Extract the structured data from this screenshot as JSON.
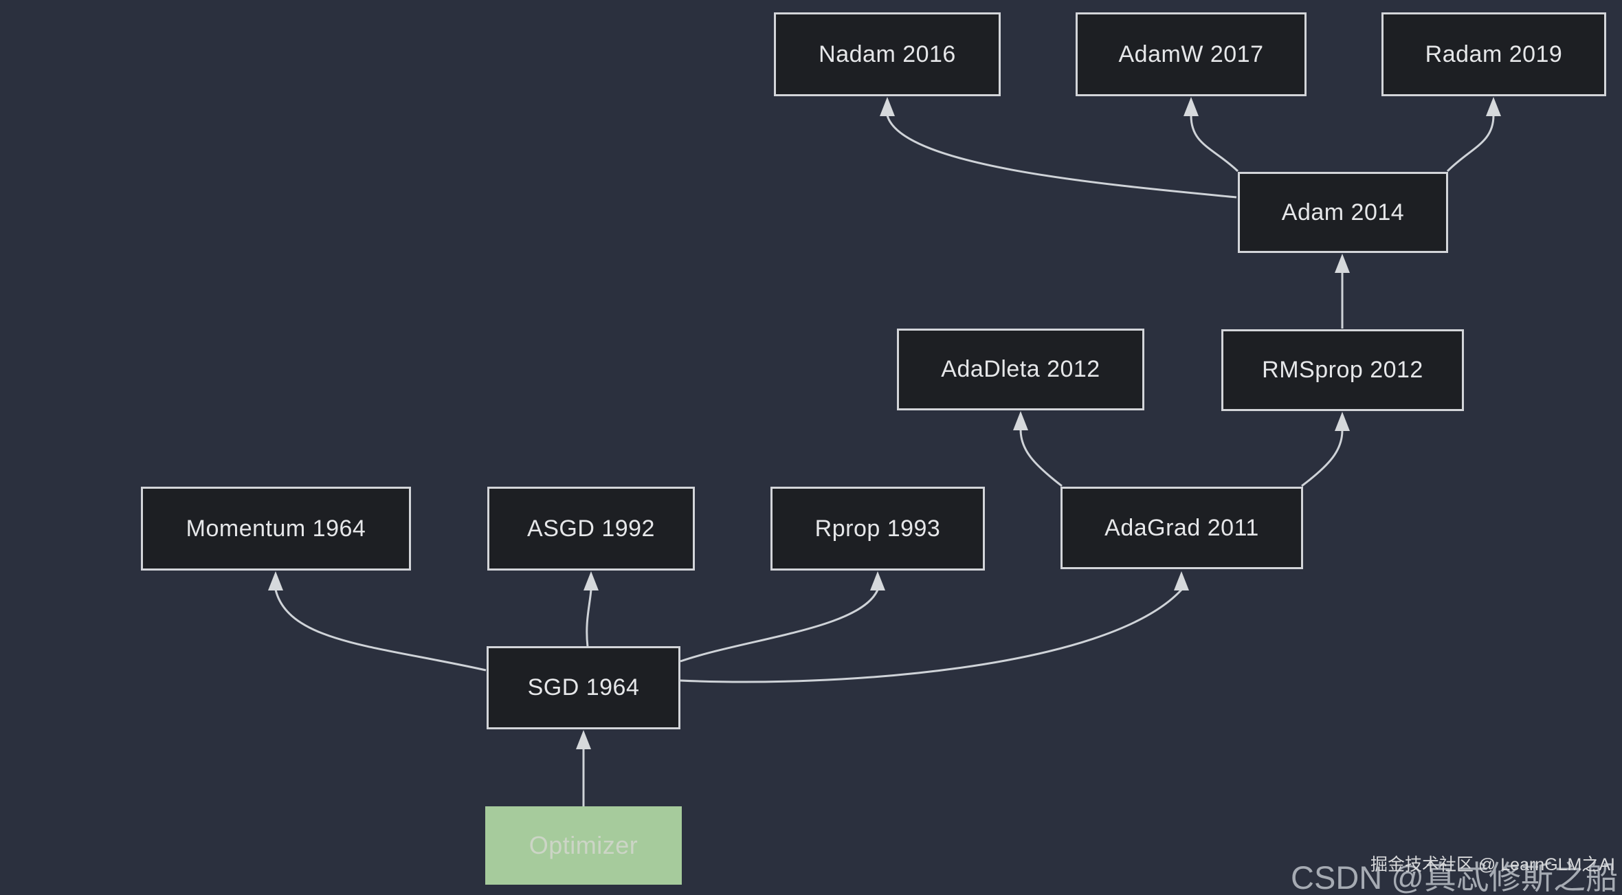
{
  "diagram": {
    "type": "flowchart",
    "description_colors": {
      "background": "#2b303e",
      "node_fill": "#1d1f23",
      "node_border": "#d3d5d9",
      "node_text": "#e6e7e9",
      "edge": "#cfd3d8",
      "optimizer_fill": "#a6cb9c",
      "optimizer_text": "#ccd5c6",
      "watermark_large": "#a6abb3",
      "watermark_small": "#d9dadc"
    },
    "nodes": [
      {
        "id": "nadam",
        "label": "Nadam 2016"
      },
      {
        "id": "adamw",
        "label": "AdamW 2017"
      },
      {
        "id": "radam",
        "label": "Radam 2019"
      },
      {
        "id": "adam",
        "label": "Adam 2014"
      },
      {
        "id": "adadleta",
        "label": "AdaDleta 2012"
      },
      {
        "id": "rmsprop",
        "label": "RMSprop 2012"
      },
      {
        "id": "momentum",
        "label": "Momentum 1964"
      },
      {
        "id": "asgd",
        "label": "ASGD 1992"
      },
      {
        "id": "rprop",
        "label": "Rprop 1993"
      },
      {
        "id": "adagrad",
        "label": "AdaGrad 2011"
      },
      {
        "id": "sgd",
        "label": "SGD 1964"
      },
      {
        "id": "optimizer",
        "label": "Optimizer"
      }
    ],
    "edges": [
      {
        "from": "Optimizer",
        "to": "SGD 1964"
      },
      {
        "from": "SGD 1964",
        "to": "Momentum 1964"
      },
      {
        "from": "SGD 1964",
        "to": "ASGD 1992"
      },
      {
        "from": "SGD 1964",
        "to": "Rprop 1993"
      },
      {
        "from": "SGD 1964",
        "to": "AdaGrad 2011"
      },
      {
        "from": "AdaGrad 2011",
        "to": "AdaDleta 2012"
      },
      {
        "from": "AdaGrad 2011",
        "to": "RMSprop 2012"
      },
      {
        "from": "RMSprop 2012",
        "to": "Adam 2014"
      },
      {
        "from": "Adam 2014",
        "to": "Nadam 2016"
      },
      {
        "from": "Adam 2014",
        "to": "AdamW 2017"
      },
      {
        "from": "Adam 2014",
        "to": "Radam 2019"
      }
    ]
  },
  "watermarks": {
    "csdn": "CSDN @真忒修斯之船",
    "juejin": "掘金技术社区 @ LearnGLM之AI"
  }
}
